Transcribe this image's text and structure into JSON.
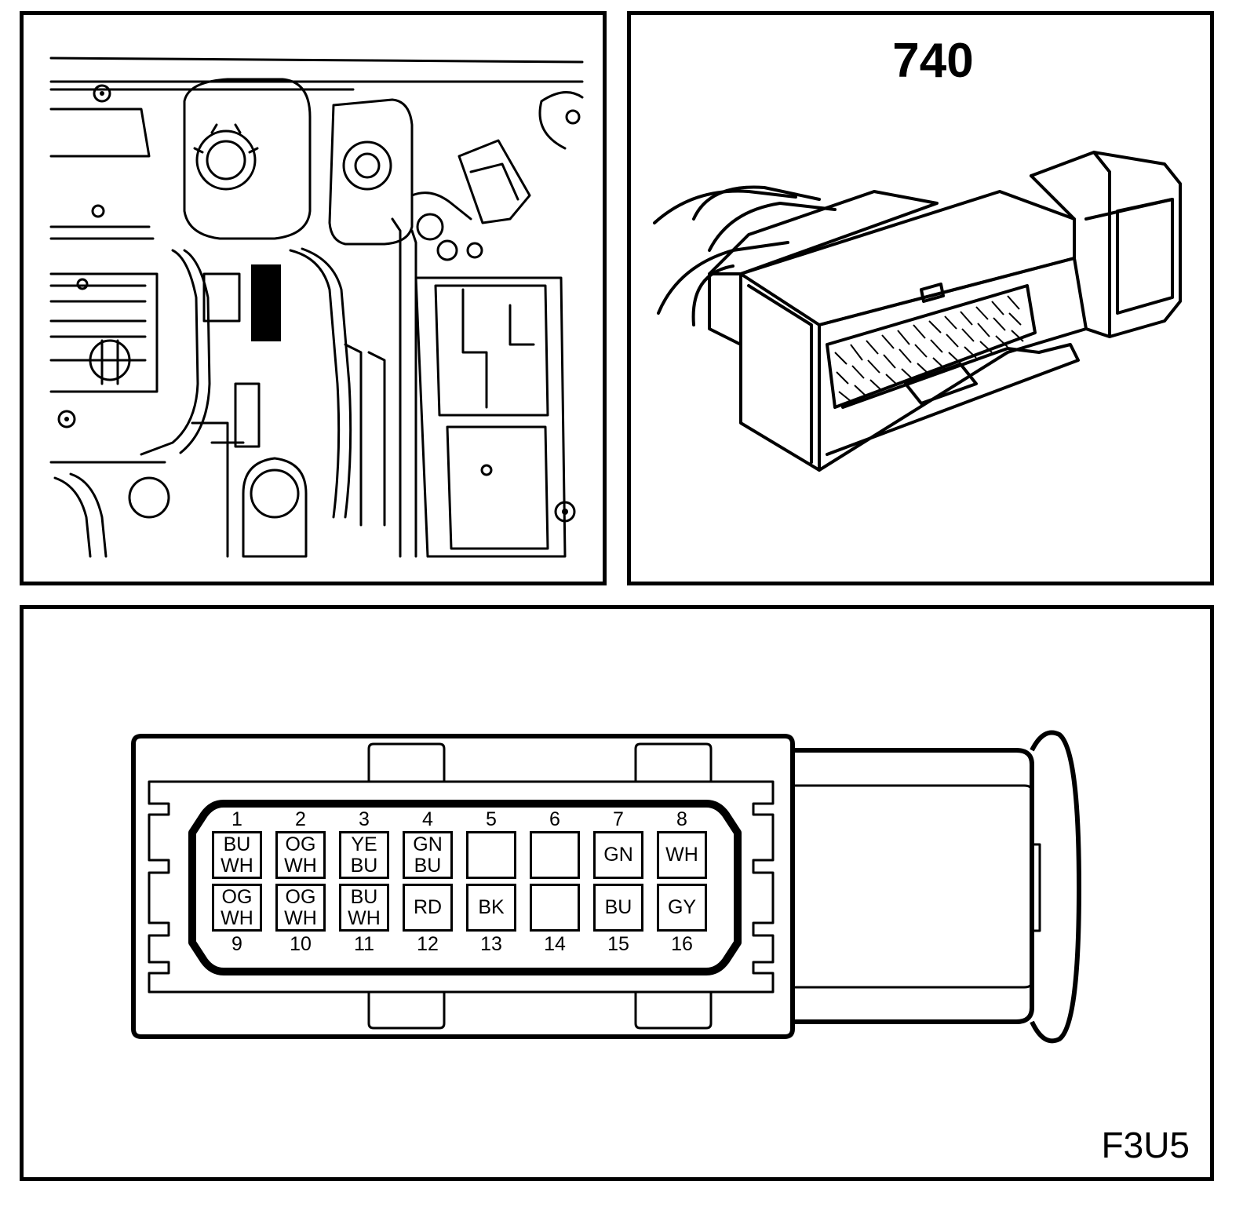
{
  "connector": {
    "id": "740"
  },
  "figure": {
    "code": "F3U5"
  },
  "pins": [
    {
      "number": "1",
      "colors": [
        "BU",
        "WH"
      ]
    },
    {
      "number": "2",
      "colors": [
        "OG",
        "WH"
      ]
    },
    {
      "number": "3",
      "colors": [
        "YE",
        "BU"
      ]
    },
    {
      "number": "4",
      "colors": [
        "GN",
        "BU"
      ]
    },
    {
      "number": "5",
      "colors": []
    },
    {
      "number": "6",
      "colors": []
    },
    {
      "number": "7",
      "colors": [
        "GN"
      ]
    },
    {
      "number": "8",
      "colors": [
        "WH"
      ]
    },
    {
      "number": "9",
      "colors": [
        "OG",
        "WH"
      ]
    },
    {
      "number": "10",
      "colors": [
        "OG",
        "WH"
      ]
    },
    {
      "number": "11",
      "colors": [
        "BU",
        "WH"
      ]
    },
    {
      "number": "12",
      "colors": [
        "RD"
      ]
    },
    {
      "number": "13",
      "colors": [
        "BK"
      ]
    },
    {
      "number": "14",
      "colors": []
    },
    {
      "number": "15",
      "colors": [
        "BU"
      ]
    },
    {
      "number": "16",
      "colors": [
        "GY"
      ]
    }
  ]
}
